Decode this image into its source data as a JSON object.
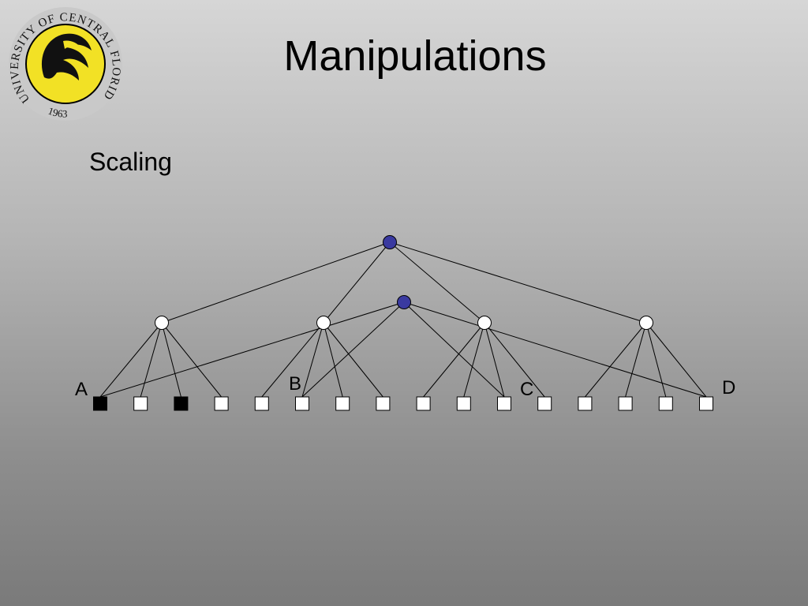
{
  "slide": {
    "title": "Manipulations",
    "subtitle": "Scaling"
  },
  "logo": {
    "icon": "ucf-seal-icon",
    "text": "UNIVERSITY OF CENTRAL FLORIDA",
    "year": "1963"
  },
  "colors": {
    "root_node": "#3a3aa0",
    "internal_node": "#ffffff",
    "leaf": "#ffffff",
    "leaf_selected": "#000000",
    "edge": "#000000"
  },
  "diagram": {
    "label_a": "A",
    "label_b": "B",
    "label_c": "C",
    "label_d": "D",
    "leaf_count": 16,
    "selected_leaves": [
      0,
      2
    ]
  }
}
